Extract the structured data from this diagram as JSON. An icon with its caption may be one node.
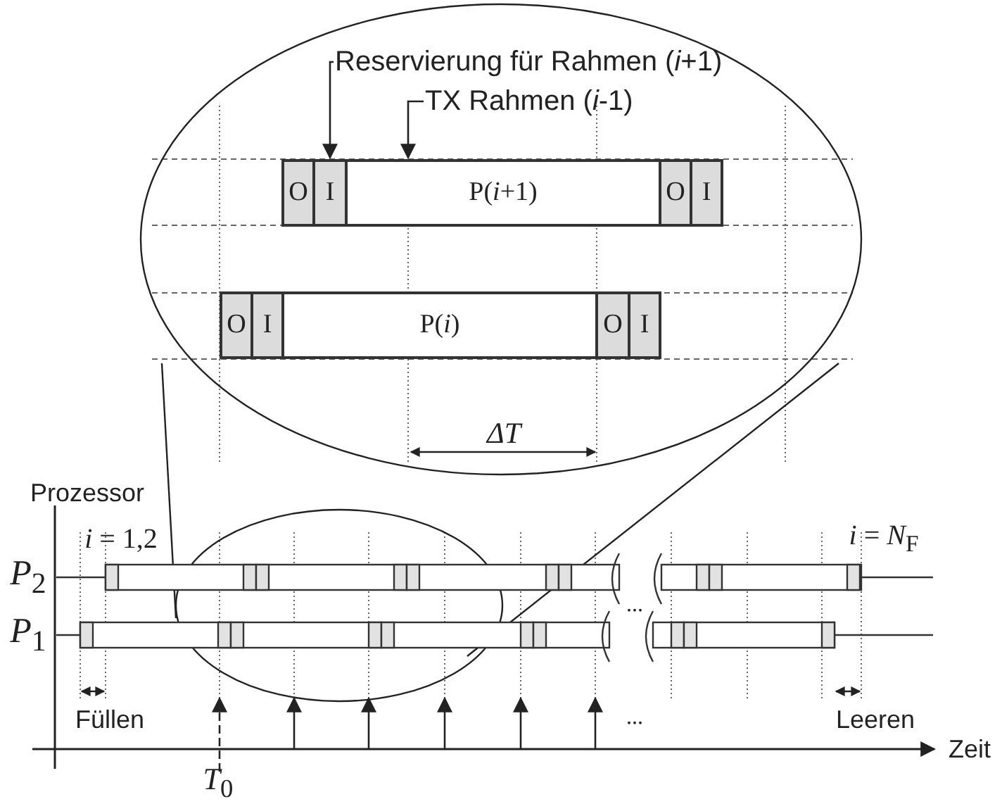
{
  "diagram": {
    "nodes": [
      {
        "text": [
          "Reservierung für Rahmen (*i*+1)"
        ]
      },
      {
        "text": [
          "TX Rahmen (*i*-1)"
        ]
      },
      {
        "text": [
          "O"
        ]
      },
      {
        "text": [
          "I"
        ]
      },
      {
        "text": [
          "P(*i*+1)"
        ]
      },
      {
        "text": [
          "O"
        ]
      },
      {
        "text": [
          "I"
        ]
      },
      {
        "text": [
          "O"
        ]
      },
      {
        "text": [
          "I"
        ]
      },
      {
        "text": [
          "P(*i*)"
        ]
      },
      {
        "text": [
          "O"
        ]
      },
      {
        "text": [
          "I"
        ]
      }
    ],
    "edges": [
      {
        "from": 0,
        "to": 3,
        "arrow": "to"
      },
      {
        "from": 1,
        "to": 4,
        "arrow": "to"
      }
    ],
    "labels": [
      "ΔT",
      "Prozessor",
      "*i* = 1,2",
      "*i* = *N*$_{F}$",
      "*P*$_{2}$",
      "*P*$_{1}$",
      "...",
      "Füllen",
      "...",
      "Leeren",
      "Zeit",
      "*T*$_{0}$"
    ]
  }
}
